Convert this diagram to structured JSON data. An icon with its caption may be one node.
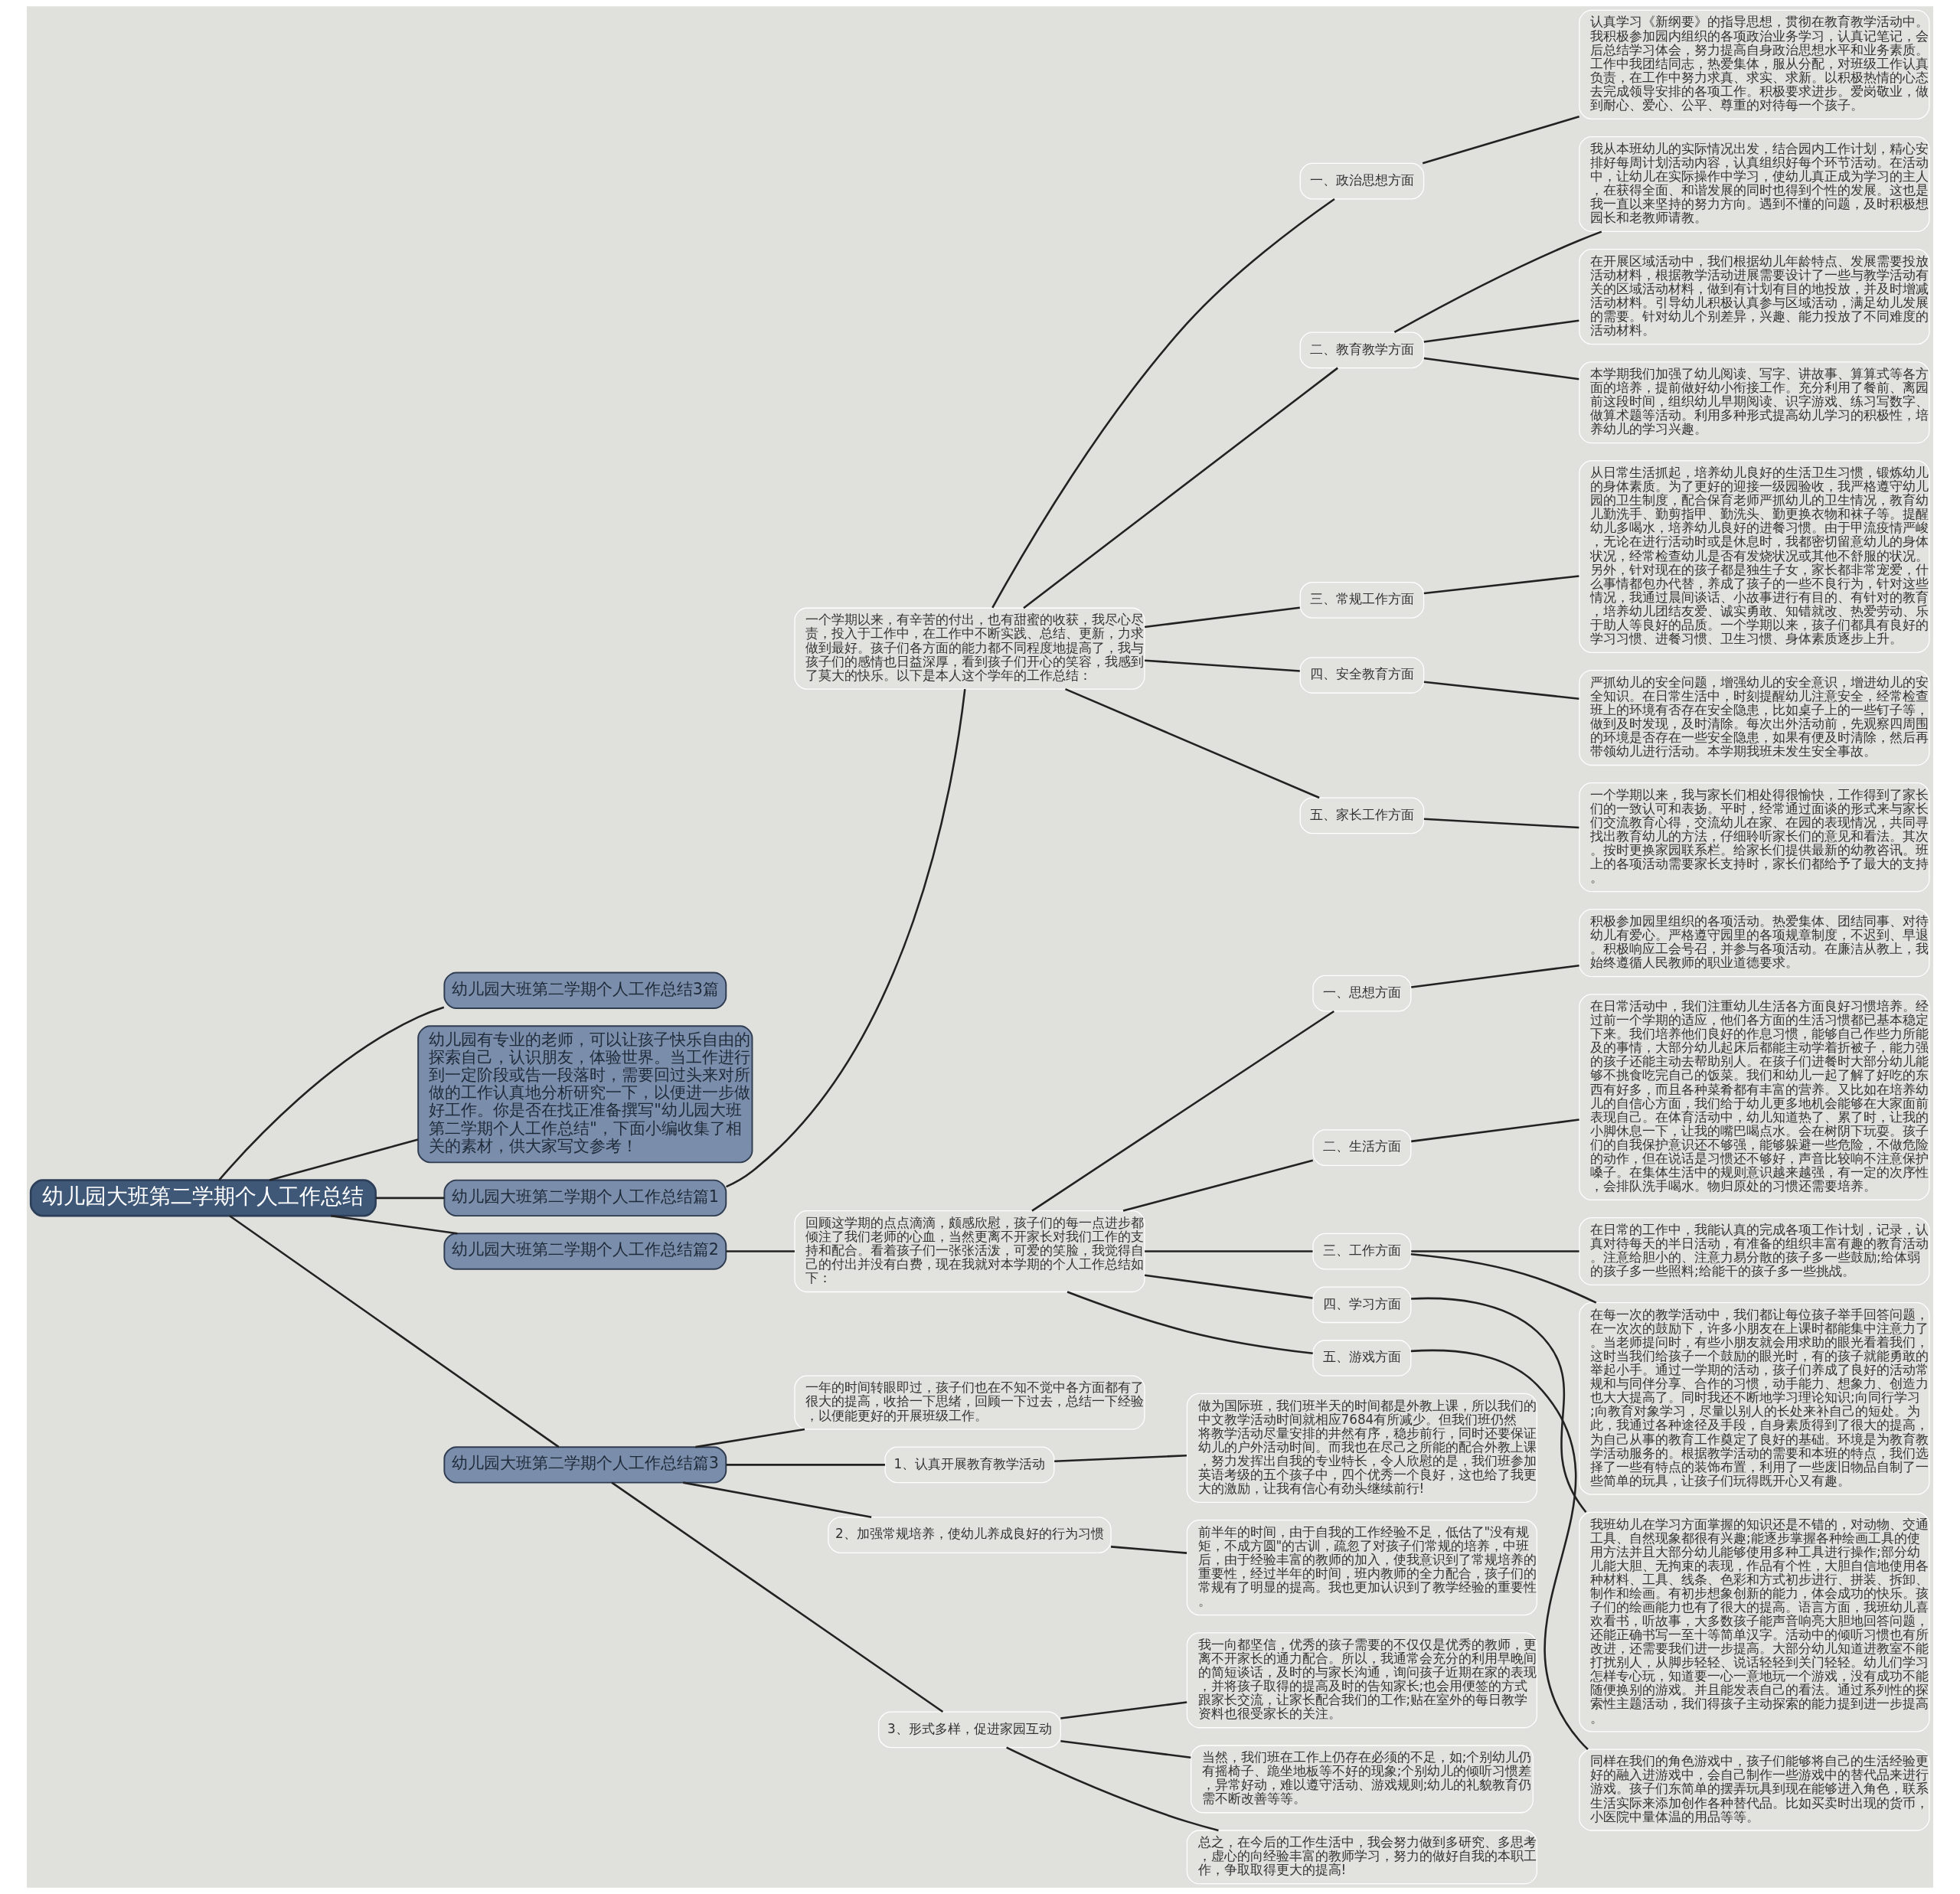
{
  "diagram": {
    "nodes": [
      {
        "text": [
          "幼儿园大班第二学期个人工作总结"
        ]
      },
      {
        "text": [
          "幼儿园大班第二学期个人工作总结3篇"
        ]
      },
      {
        "text": [
          "幼儿园有专业的老师，可以让孩子快乐自由的探索自己，认识朋友，体验世界。当工作进行到一定阶段或告一段落时，需要回过头来对所做的工作认真地分析研究一下，以便进一步做好工作。你是否在找正准备撰写\"幼儿园大班第二学期个人工作总结\"，下面小编收集了相关的素材，供大家写文参考！"
        ]
      },
      {
        "text": [
          "幼儿园大班第二学期个人工作总结篇1"
        ]
      },
      {
        "text": [
          "一个学期以来，有辛苦的付出，也有甜蜜的收获，我尽心尽责，投入于工作中，在工作中不断实践、总结、更新，力求做到最好。孩子们各方面的能力都不同程度地提高了，我与孩子们的感情也日益深厚，看到孩子们开心的笑容，我感到了莫大的快乐。以下是本人这个学年的工作总结："
        ]
      },
      {
        "text": [
          "一、政治思想方面"
        ]
      },
      {
        "text": [
          "认真学习《新纲要》的指导思想，贯彻在教育教学活动中。我积极参加园内组织的各项政治业务学习，认真记笔记，会后总结学习体会，努力提高自身政治思想水平和业务素质。工作中我团结同志，热爱集体，服从分配，对班级工作认真负责，在工作中努力求真、求实、求新。以积极热情的心态去完成领导安排的各项工作。积极要求进步。爱岗敬业，做到耐心、爱心、公平、尊重的对待每一个孩子。"
        ]
      },
      {
        "text": [
          "二、教育教学方面"
        ]
      },
      {
        "text": [
          "我从本班幼儿的实际情况出发，结合园内工作计划，精心安排好每周计划活动内容，认真组织好每个环节活动。在活动中，让幼儿在实际操作中学习，使幼儿真正成为学习的主人，在获得全面、和谐发展的同时也得到个性的发展。这也是我一直以来坚持的努力方向。遇到不懂的问题，及时积极想园长和老教师请教。"
        ]
      },
      {
        "text": [
          "在开展区域活动中，我们根据幼儿年龄特点、发展需要投放活动材料，根据教学活动进展需要设计了一些与教学活动有关的区域活动材料，做到有计划有目的地投放，并及时增减活动材料。引导幼儿积极认真参与区域活动，满足幼儿发展的需要。针对幼儿个别差异，兴趣、能力投放了不同难度的活动材料。"
        ]
      },
      {
        "text": [
          "本学期我们加强了幼儿阅读、写字、讲故事、算算式等各方面的培养，提前做好幼小衔接工作。充分利用了餐前、离园前这段时间，组织幼儿早期阅读、识字游戏、练习写数字、做算术题等活动。利用多种形式提高幼儿学习的积极性，培养幼儿的学习兴趣。"
        ]
      },
      {
        "text": [
          "三、常规工作方面"
        ]
      },
      {
        "text": [
          "从日常生活抓起，培养幼儿良好的生活卫生习惯，锻炼幼儿的身体素质。为了更好的迎接一级园验收，我严格遵守幼儿园的卫生制度，配合保育老师严抓幼儿的卫生情况，教育幼儿勤洗手、勤剪指甲、勤洗头、勤更换衣物和袜子等。提醒幼儿多喝水，培养幼儿良好的进餐习惯。由于甲流疫情严峻，无论在进行活动时或是休息时，我都密切留意幼儿的身体状况，经常检查幼儿是否有发烧状况或其他不舒服的状况。另外，针对现在的孩子都是独生子女，家长都非常宠爱，什么事情都包办代替，养成了孩子的一些不良行为，针对这些情况，我通过晨间谈话、小故事进行有目的、有针对的教育，培养幼儿团结友爱、诚实勇敢、知错就改、热爱劳动、乐于助人等良好的品质。一个学期以来，孩子们都具有良好的学习习惯、进餐习惯、卫生习惯、身体素质逐步上升。"
        ]
      },
      {
        "text": [
          "四、安全教育方面"
        ]
      },
      {
        "text": [
          "严抓幼儿的安全问题，增强幼儿的安全意识，增进幼儿的安全知识。在日常生活中，时刻提醒幼儿注意安全，经常检查班上的环境有否存在安全隐患，比如桌子上的一些钉子等，做到及时发现，及时清除。每次出外活动前，先观察四周围的环境是否存在一些安全隐患，如果有便及时清除，然后再带领幼儿进行活动。本学期我班未发生安全事故。"
        ]
      },
      {
        "text": [
          "五、家长工作方面"
        ]
      },
      {
        "text": [
          "一个学期以来，我与家长们相处得很愉快，工作得到了家长们的一致认可和表扬。平时，经常通过面谈的形式来与家长们交流教育心得，交流幼儿在家、在园的表现情况，共同寻找出教育幼儿的方法，仔细聆听家长们的意见和看法。其次。按时更换家园联系栏。给家长们提供最新的幼教咨讯。班上的各项活动需要家长支持时，家长们都给予了最大的支持。"
        ]
      },
      {
        "text": [
          "幼儿园大班第二学期个人工作总结篇2"
        ]
      },
      {
        "text": [
          "回顾这学期的点点滴滴，颇感欣慰，孩子们的每一点进步都倾注了我们老师的心血，当然更离不开家长对我们工作的支持和配合。看着孩子们一张张活泼，可爱的笑脸，我觉得自己的付出并没有白费，现在我就对本学期的个人工作总结如下："
        ]
      },
      {
        "text": [
          "一、思想方面"
        ]
      },
      {
        "text": [
          "积极参加园里组织的各项活动。热爱集体、团结同事、对待幼儿有爱心。严格遵守园里的各项规章制度，不迟到、早退。积极响应工会号召，并参与各项活动。在廉洁从教上，我始终遵循人民教师的职业道德要求。"
        ]
      },
      {
        "text": [
          "二、生活方面"
        ]
      },
      {
        "text": [
          "在日常活动中，我们注重幼儿生活各方面良好习惯培养。经过前一个学期的适应，他们各方面的生活习惯都已基本稳定下来。我们培养他们良好的作息习惯，能够自己作些力所能及的事情，大部分幼儿起床后都能主动学着折被子，能力强的孩子还能主动去帮助别人。在孩子们进餐时大部分幼儿能够不挑食吃完自己的饭菜。我们和幼儿一起了解了好吃的东西有好多，而且各种菜肴都有丰富的营养。又比如在培养幼儿的自信心方面，我们给于幼儿更多地机会能够在大家面前表现自己。在体育活动中，幼儿知道热了、累了时，让我的小脚休息一下，让我的嘴巴喝点水。会在树阴下玩耍。孩子们的自我保护意识还不够强，能够躲避一些危险，不做危险的动作，但在说话是习惯还不够好，声音比较响不注意保护嗓子。在集体生活中的规则意识越来越强，有一定的次序性，会排队洗手喝水。物归原处的习惯还需要培养。"
        ]
      },
      {
        "text": [
          "三、工作方面"
        ]
      },
      {
        "text": [
          "在日常的工作中，我能认真的完成各项工作计划，记录，认真对待每天的半日活动，有准备的组织丰富有趣的教育活动。注意给胆小的、注意力易分散的孩子多一些鼓励;给体弱的孩子多一些照料;给能干的孩子多一些挑战。"
        ]
      },
      {
        "text": [
          "在每一次的教学活动中，我们都让每位孩子举手回答问题，在一次次的鼓励下，许多小朋友在上课时都能集中注意力了。当老师提问时，有些小朋友就会用求助的眼光看着我们，这时当我们给孩子一个鼓励的眼光时，有的孩子就能勇敢的举起小手。通过一学期的活动，孩子们养成了良好的活动常规和与同伴分享、合作的习惯，动手能力、想象力、创造力也大大提高了。同时我还不断地学习理论知识;向同行学习;向教育对象学习，尽量以别人的长处来补自己的短处。为此，我通过各种途径及手段，自身素质得到了很大的提高，为自己从事的教育工作奠定了良好的基础。环境是为教育教学活动服务的。根据教学活动的需要和本班的特点，我们选择了一些有特点的装饰布置，利用了一些废旧物品自制了一些简单的玩具，让孩子们玩得既开心又有趣。"
        ]
      },
      {
        "text": [
          "四、学习方面"
        ]
      },
      {
        "text": [
          "我班幼儿在学习方面掌握的知识还是不错的，对动物、交通工具、自然现象都很有兴趣;能逐步掌握各种绘画工具的使用方法并且大部分幼儿能够使用多种工具进行操作;部分幼儿能大胆、无拘束的表现，作品有个性，大胆自信地使用各种材料、工具、线条、色彩和方式初步进行、拼装、拆卸、制作和绘画。有初步想象创新的能力，体会成功的快乐。孩子们的绘画能力也有了很大的提高。语言方面，我班幼儿喜欢看书，听故事，大多数孩子能声音响亮大胆地回答问题，还能正确书写一至十等简单汉字。活动中的倾听习惯也有所改进，还需要我们进一步提高。大部分幼儿知道进教室不能打扰别人，从脚步轻轻、说话轻轻到关门轻轻。幼儿们学习怎样专心玩，知道要一心一意地玩一个游戏，没有成功不能随便换别的游戏。并且能发表自己的看法。通过系列性的探索性主题活动，我们得孩子主动探索的能力提到进一步提高。"
        ]
      },
      {
        "text": [
          "五、游戏方面"
        ]
      },
      {
        "text": [
          "同样在我们的角色游戏中，孩子们能够将自己的生活经验更好的融入进游戏中，会自己制作一些游戏中的替代品来进行游戏。孩子们东简单的摆弄玩具到现在能够进入角色，联系生活实际来添加创作各种替代品。比如买卖时出现的货币，小医院中量体温的用品等等。"
        ]
      },
      {
        "text": [
          "幼儿园大班第二学期个人工作总结篇3"
        ]
      },
      {
        "text": [
          "一年的时间转眼即过，孩子们也在不知不觉中各方面都有了很大的提高，收拾一下思绪，回顾一下过去，总结一下经验，以便能更好的开展班级工作。"
        ]
      },
      {
        "text": [
          "1、认真开展教育教学活动"
        ]
      },
      {
        "text": [
          "做为国际班，我们班半天的时间都是外教上课，所以我们的中文教学活动时间就相应7684有所减少。但我们班仍然将教学活动尽量安排的井然有序，稳步前行，同时还要保证幼儿的户外活动时间。而我也在尽己之所能的配合外教上课，努力发挥出自我的专业特长，令人欣慰的是，我们班参加英语考级的五个孩子中，四个优秀一个良好，这也给了我更大的激励，让我有信心有劲头继续前行!"
        ]
      },
      {
        "text": [
          "2、加强常规培养，使幼儿养成良好的行为习惯"
        ]
      },
      {
        "text": [
          "前半年的时间，由于自我的工作经验不足，低估了\"没有规矩，不成方圆\"的古训，疏忽了对孩子们常规的培养，中班后，由于经验丰富的教师的加入，使我意识到了常规培养的重要性，经过半年的时间，班内教师的全力配合，孩子们的常规有了明显的提高。我也更加认识到了教学经验的重要性。"
        ]
      },
      {
        "text": [
          "3、形式多样，促进家园互动"
        ]
      },
      {
        "text": [
          "我一向都坚信，优秀的孩子需要的不仅仅是优秀的教师，更离不开家长的通力配合。所以，我通常会充分的利用早晚间的简短谈话，及时的与家长沟通，询问孩子近期在家的表现，并将孩子取得的提高及时的告知家长;也会用便签的方式跟家长交流，让家长配合我们的工作;贴在室外的每日教学资料也很受家长的关注。"
        ]
      },
      {
        "text": [
          "当然，我们班在工作上仍存在必须的不足，如;个别幼儿仍有摇椅子、跪坐地板等不好的现象;个别幼儿的倾听习惯差，异常好动，难以遵守活动、游戏规则;幼儿的礼貌教育仍需不断改善等等。"
        ]
      },
      {
        "text": [
          "总之，在今后的工作生活中，我会努力做到多研究、多思考，虚心的向经验丰富的教师学习，努力的做好自我的本职工作，争取取得更大的提高!"
        ]
      }
    ],
    "edges": [
      {
        "from": 0,
        "to": 1,
        "arrow": "none"
      },
      {
        "from": 0,
        "to": 2,
        "arrow": "none"
      },
      {
        "from": 0,
        "to": 3,
        "arrow": "none"
      },
      {
        "from": 0,
        "to": 17,
        "arrow": "none"
      },
      {
        "from": 0,
        "to": 30,
        "arrow": "none"
      },
      {
        "from": 3,
        "to": 4,
        "arrow": "none"
      },
      {
        "from": 4,
        "to": 5,
        "arrow": "none"
      },
      {
        "from": 5,
        "to": 6,
        "arrow": "none"
      },
      {
        "from": 4,
        "to": 7,
        "arrow": "none"
      },
      {
        "from": 7,
        "to": 8,
        "arrow": "none"
      },
      {
        "from": 7,
        "to": 9,
        "arrow": "none"
      },
      {
        "from": 7,
        "to": 10,
        "arrow": "none"
      },
      {
        "from": 4,
        "to": 11,
        "arrow": "none"
      },
      {
        "from": 11,
        "to": 12,
        "arrow": "none"
      },
      {
        "from": 4,
        "to": 13,
        "arrow": "none"
      },
      {
        "from": 13,
        "to": 14,
        "arrow": "none"
      },
      {
        "from": 4,
        "to": 15,
        "arrow": "none"
      },
      {
        "from": 15,
        "to": 16,
        "arrow": "none"
      },
      {
        "from": 17,
        "to": 18,
        "arrow": "none"
      },
      {
        "from": 18,
        "to": 19,
        "arrow": "none"
      },
      {
        "from": 19,
        "to": 20,
        "arrow": "none"
      },
      {
        "from": 18,
        "to": 21,
        "arrow": "none"
      },
      {
        "from": 21,
        "to": 22,
        "arrow": "none"
      },
      {
        "from": 18,
        "to": 23,
        "arrow": "none"
      },
      {
        "from": 23,
        "to": 24,
        "arrow": "none"
      },
      {
        "from": 23,
        "to": 25,
        "arrow": "none"
      },
      {
        "from": 18,
        "to": 26,
        "arrow": "none"
      },
      {
        "from": 26,
        "to": 27,
        "arrow": "none"
      },
      {
        "from": 18,
        "to": 28,
        "arrow": "none"
      },
      {
        "from": 28,
        "to": 29,
        "arrow": "none"
      },
      {
        "from": 30,
        "to": 31,
        "arrow": "none"
      },
      {
        "from": 30,
        "to": 32,
        "arrow": "none"
      },
      {
        "from": 32,
        "to": 33,
        "arrow": "none"
      },
      {
        "from": 30,
        "to": 34,
        "arrow": "none"
      },
      {
        "from": 34,
        "to": 35,
        "arrow": "none"
      },
      {
        "from": 30,
        "to": 36,
        "arrow": "none"
      },
      {
        "from": 36,
        "to": 37,
        "arrow": "none"
      },
      {
        "from": 36,
        "to": 38,
        "arrow": "none"
      },
      {
        "from": 36,
        "to": 39,
        "arrow": "none"
      }
    ]
  }
}
